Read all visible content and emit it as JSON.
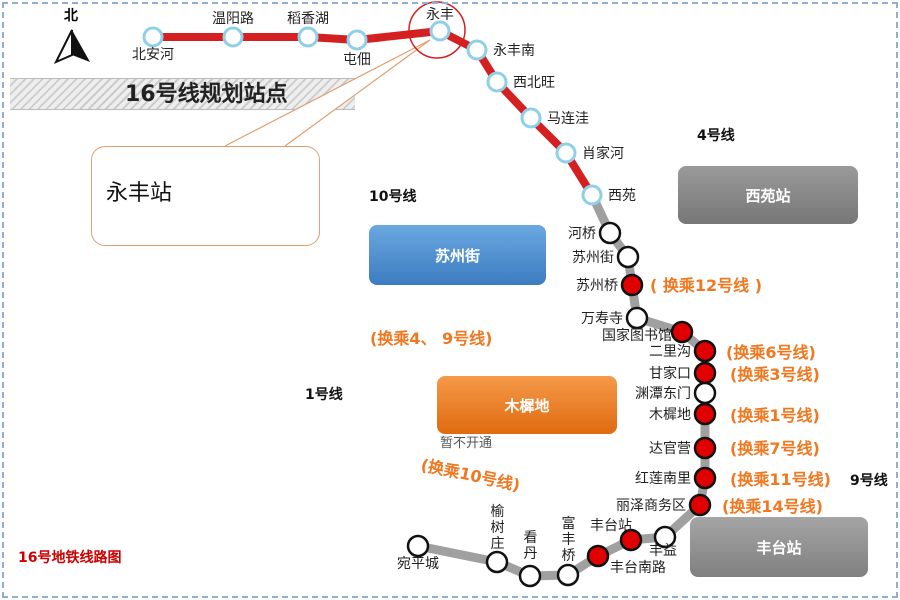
{
  "north_label": "北",
  "banner_title": "16号线规划站点",
  "callout_label": "永丰站",
  "map_title": "16号地铁线路图",
  "line_labels": {
    "line4": "4号线",
    "line10": "10号线",
    "line1": "1号线",
    "line9": "9号线"
  },
  "boxes": {
    "xiyuan": "西苑站",
    "suzhoujie": "苏州街",
    "muxidi": "木樨地",
    "fengtai": "丰台站"
  },
  "note_not_open": "暂不开通",
  "stations": [
    "北安河",
    "温阳路",
    "稻香湖",
    "屯佃",
    "永丰",
    "永丰南",
    "西北旺",
    "马连洼",
    "肖家河",
    "西苑",
    "河桥",
    "苏州街",
    "苏州桥",
    "万寿寺",
    "国家图书馆",
    "二里沟",
    "甘家口",
    "渊潭东门",
    "木樨地",
    "达官营",
    "红莲南里",
    "丽泽商务区",
    "丰益",
    "丰台站",
    "丰台南路",
    "富丰桥",
    "看丹",
    "榆树庄",
    "宛平城"
  ],
  "transfers": [
    "( 换乘12号线 )",
    "(换乘4、 9号线)",
    "(换乘6号线)",
    "(换乘3号线)",
    "(换乘1号线)",
    "(换乘7号线)",
    "(换乘11号线)",
    "(换乘14号线)",
    "(换乘10号线)"
  ],
  "colors": {
    "planned_line": "#d42020",
    "built_line": "#a0a0a0",
    "transfer_station": "#e00000",
    "transfer_text": "#f07820",
    "title_red": "#cc0000"
  }
}
